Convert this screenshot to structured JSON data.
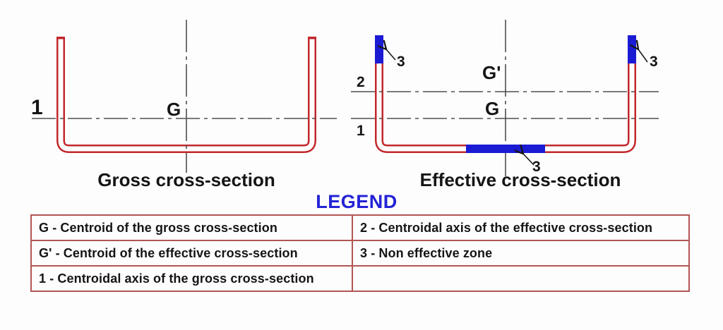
{
  "colors": {
    "red": "#c1272d",
    "blue": "#1b1bd4",
    "axis": "#4f4f4f",
    "ink": "#151515",
    "legend": "#2323d6",
    "tableBorder": "#b25555"
  },
  "gross": {
    "caption": "Gross cross-section",
    "axis1_label": "1",
    "centroid_label": "G"
  },
  "effective": {
    "caption": "Effective cross-section",
    "axis1_label": "1",
    "axis2_label": "2",
    "centroid_gross_label": "G",
    "centroid_effective_label": "G'",
    "zone_label": "3"
  },
  "legend": {
    "title": "LEGEND",
    "rows": [
      {
        "left": "G - Centroid of the gross cross-section",
        "right": "2 - Centroidal axis of the effective cross-section"
      },
      {
        "left": "G' - Centroid of the effective cross-section",
        "right": "3 - Non effective zone"
      },
      {
        "left": "1 - Centroidal axis of the gross cross-section",
        "right": ""
      }
    ]
  }
}
